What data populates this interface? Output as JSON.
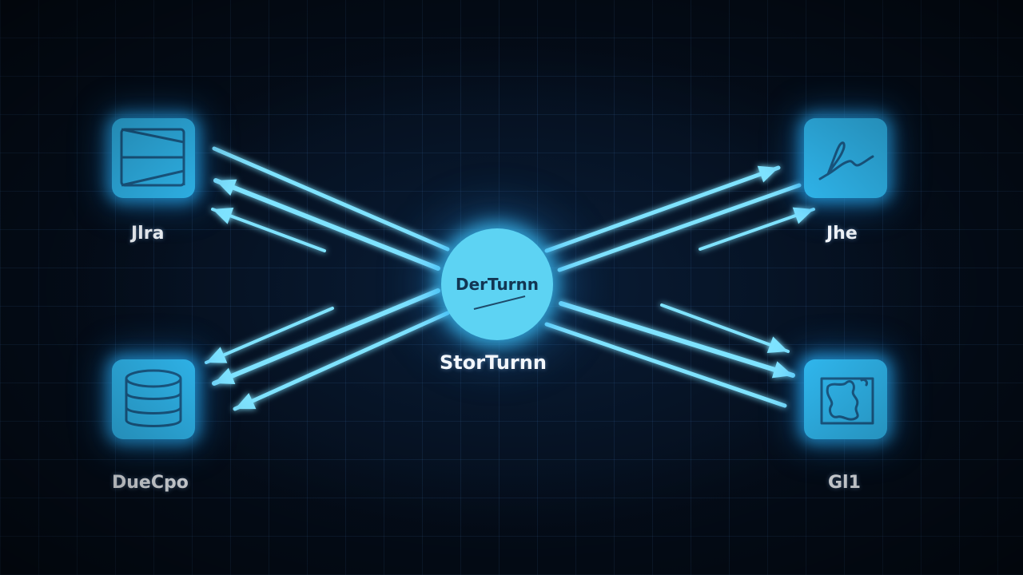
{
  "hub": {
    "title": "DerTurnn",
    "caption": "StorTurnn"
  },
  "nodes": {
    "top_left": {
      "label": "Jlra",
      "icon": "panel-icon"
    },
    "bottom_left": {
      "label": "DueCpo",
      "icon": "database-icon"
    },
    "top_right": {
      "label": "Jhe",
      "icon": "signature-icon"
    },
    "bottom_right": {
      "label": "Gl1",
      "icon": "map-icon"
    }
  },
  "colors": {
    "background": "#040d1a",
    "tile": "#2fb4ea",
    "hub": "#5dd3f3",
    "link": "#7fe3ff",
    "label": "#f2f6fb"
  }
}
